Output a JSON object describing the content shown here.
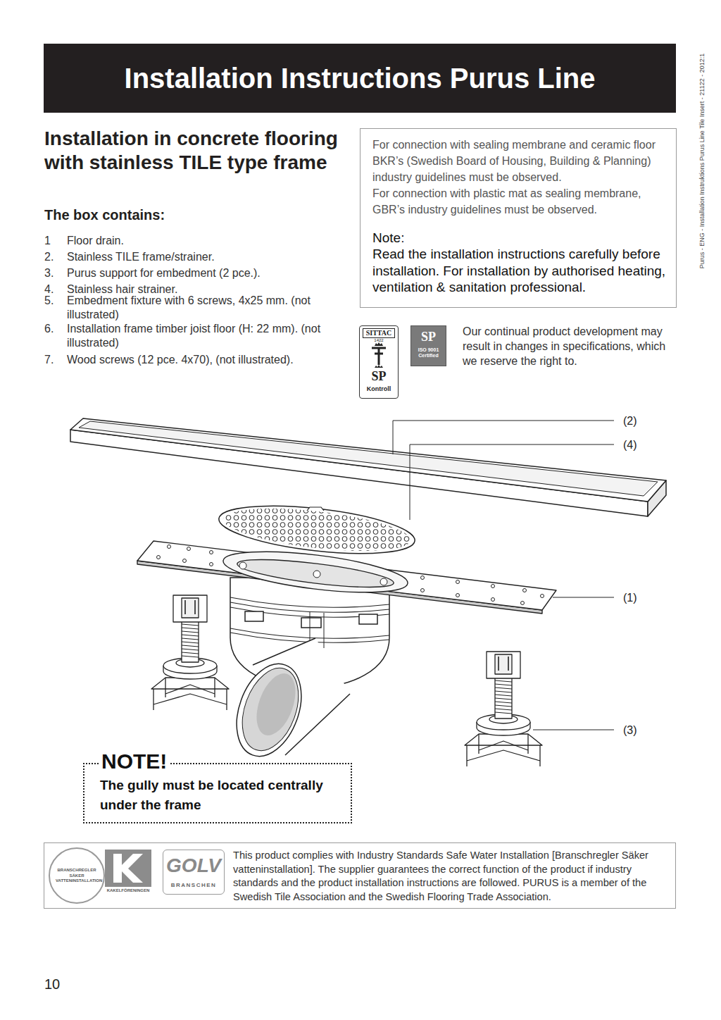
{
  "diagram": {
    "title": "Installation Instructions Purus Line",
    "nodes": [
      {
        "text": [
          "For connection with sealing membrane and ceramic floor BKR’s (Swedish Board of Housing, Building & Planning) industry guidelines must be observed.",
          "For connection with plastic mat as sealing membrane, GBR’s industry guidelines must be observed.",
          "Note:",
          "Read the installation instructions carefully before installation. For installation by authorised heating, ventilation & sanitation professional."
        ]
      },
      {
        "text": [
          "SITTAC",
          "1422",
          "SP",
          "Kontroll"
        ]
      },
      {
        "text": [
          "SP",
          "ISO 9001 Certified"
        ]
      },
      {
        "text": [
          "NOTE!",
          "The gully must be located centrally under the frame"
        ]
      },
      {
        "text": [
          "This product complies with Industry Standards Safe Water Installation [Branschregler Säker vatteninstallation]. The supplier guarantees the correct function of the product if industry standards and the product installation instructions are followed. PURUS is a member of the Swedish Tile Association and the Swedish Flooring Trade Association."
        ]
      },
      {
        "text": [
          "BRANSCHREGLER SÄKER VATTENINSTALLATION"
        ],
        "in": 4
      },
      {
        "text": [
          "KAKELFÖRENINGEN"
        ],
        "in": 4
      },
      {
        "text": [
          "GOLV",
          "BRANSCHEN"
        ],
        "in": 4
      }
    ],
    "labels": [
      "Installation in concrete flooring with stainless TILE type frame",
      "The box contains:",
      "1",
      "Floor drain.",
      "2.",
      "Stainless TILE frame/strainer.",
      "3.",
      "Purus support for embedment (2 pce.).",
      "4.",
      "Stainless hair strainer.",
      "5.",
      "Embedment fixture with 6 screws, 4x25 mm. (not illustrated)",
      "6.",
      "Installation frame timber joist floor (H: 22 mm). (not illustrated)",
      "7.",
      "Wood screws (12 pce. 4x70), (not illustrated).",
      "Our continual product development may result in changes in specifications, which we reserve the right to.",
      "(2)",
      "(4)",
      "(1)",
      "(3)",
      "Purus - ENG - Installation Instruktions Purus Line Tile Insert - 21122 - 2012:1",
      "10"
    ]
  }
}
